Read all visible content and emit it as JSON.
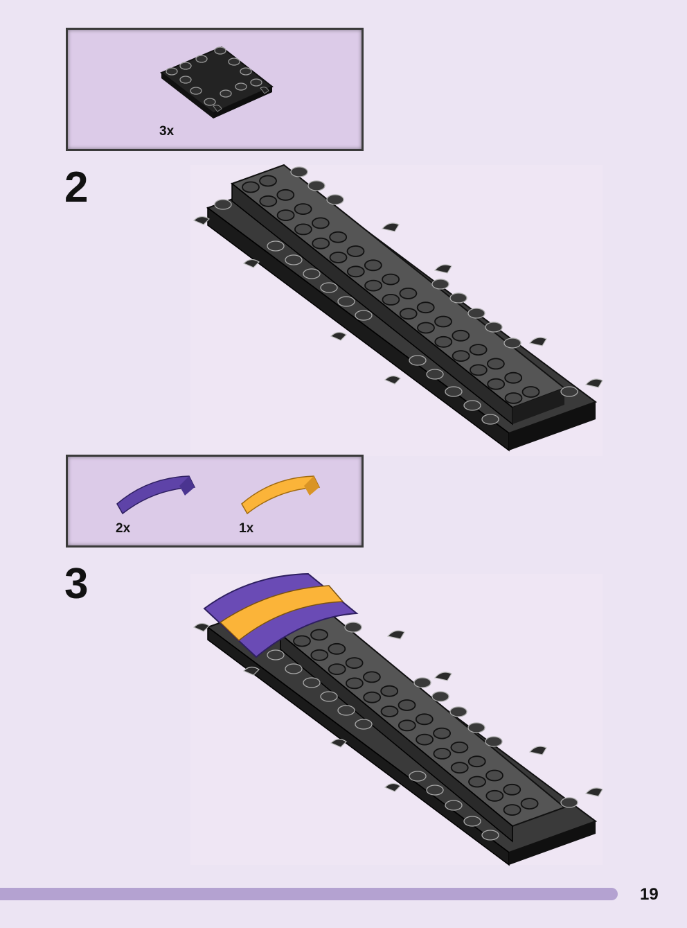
{
  "step1_parts": {
    "plate_qty": "3x"
  },
  "step2": {
    "number": "2"
  },
  "step3_parts": {
    "purple_qty": "2x",
    "orange_qty": "1x"
  },
  "step3": {
    "number": "3"
  },
  "page_number": "19",
  "colors": {
    "page_bg": "#ece4f3",
    "parts_box_bg": "#dccbe8",
    "brick_dark": "#3f3f3f",
    "brick_black": "#1e1e1e",
    "purple": "#6a4bb5",
    "orange": "#fbb439",
    "footer_bar": "#b4a2d1"
  }
}
